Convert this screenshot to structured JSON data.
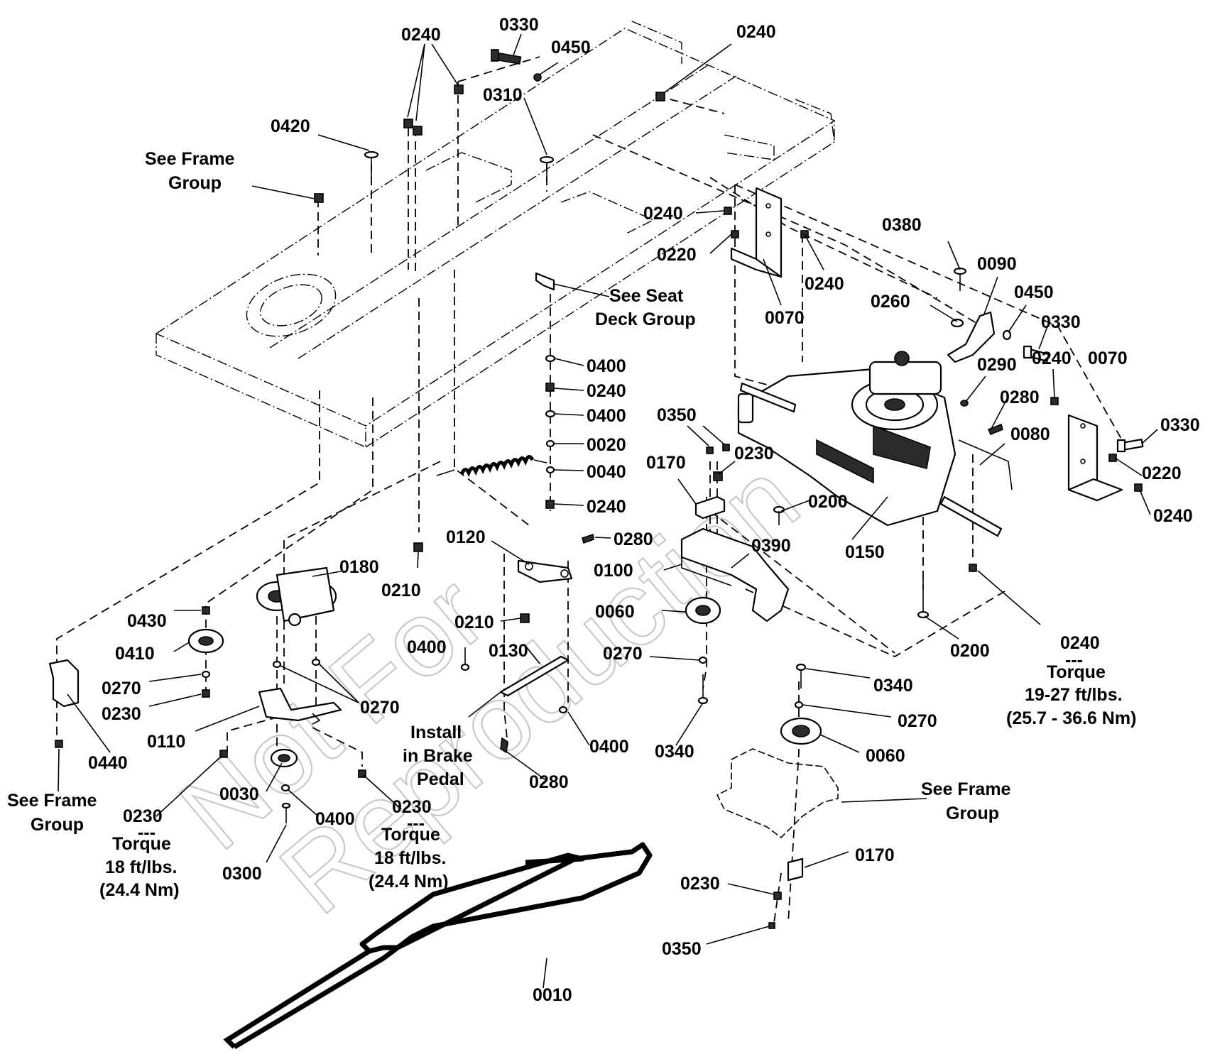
{
  "watermark": [
    "Not For",
    "Reproduction"
  ],
  "callouts": {
    "c0240_a": "0240",
    "c0330_a": "0330",
    "c0450_a": "0450",
    "c0240_b": "0240",
    "c0310": "0310",
    "c0420": "0420",
    "see_frame_group_a": [
      "See Frame",
      "Group"
    ],
    "c0240_c": "0240",
    "c0220_a": "0220",
    "c0240_d": "0240",
    "c0070_a": "0070",
    "c0380": "0380",
    "c0090": "0090",
    "c0260": "0260",
    "c0450_b": "0450",
    "c0330_b": "0330",
    "see_seat_deck_group": [
      "See Seat",
      "Deck Group"
    ],
    "c0400_a": "0400",
    "c0240_e": "0240",
    "c0400_b": "0400",
    "c0020": "0020",
    "c0040": "0040",
    "c0240_f": "0240",
    "c0290": "0290",
    "c0240_g": "0240",
    "c0070_b": "0070",
    "c0280_a": "0280",
    "c0350_a": "0350",
    "c0080": "0080",
    "c0330_c": "0330",
    "c0230_a": "0230",
    "c0170_a": "0170",
    "c0220_b": "0220",
    "c0200_a": "0200",
    "c0240_h": "0240",
    "c0390": "0390",
    "c0150": "0150",
    "c0120": "0120",
    "c0280_b": "0280",
    "c0180": "0180",
    "c0100": "0100",
    "c0210_a": "0210",
    "c0060_a": "0060",
    "c0430": "0430",
    "c0210_b": "0210",
    "c0200_b": "0200",
    "c0410": "0410",
    "c0400_c": "0400",
    "c0130": "0130",
    "c0270_a": "0270",
    "torque_0240": [
      "0240",
      "---",
      "Torque",
      "19-27 ft/lbs.",
      "(25.7 - 36.6 Nm)"
    ],
    "c0270_b": "0270",
    "c0340_a": "0340",
    "c0230_b": "0230",
    "c0270_c": "0270",
    "c0270_d": "0270",
    "c0110": "0110",
    "install_brake_pedal": [
      "Install",
      "in Brake",
      "Pedal"
    ],
    "c0400_d": "0400",
    "c0340_b": "0340",
    "c0060_b": "0060",
    "c0440": "0440",
    "c0280_c": "0280",
    "see_frame_group_b": [
      "See Frame",
      "Group"
    ],
    "c0030": "0030",
    "c0400_e": "0400",
    "torque_0230_a": [
      "0230",
      "---",
      "Torque",
      "18 ft/lbs.",
      "(24.4 Nm)"
    ],
    "torque_0230_b": [
      "0230",
      "---",
      "Torque",
      "18 ft/lbs.",
      "(24.4 Nm)"
    ],
    "see_frame_group_c": [
      "See Frame",
      "Group"
    ],
    "c0300": "0300",
    "c0170_b": "0170",
    "c0230_c": "0230",
    "c0350_b": "0350",
    "c0010": "0010"
  }
}
